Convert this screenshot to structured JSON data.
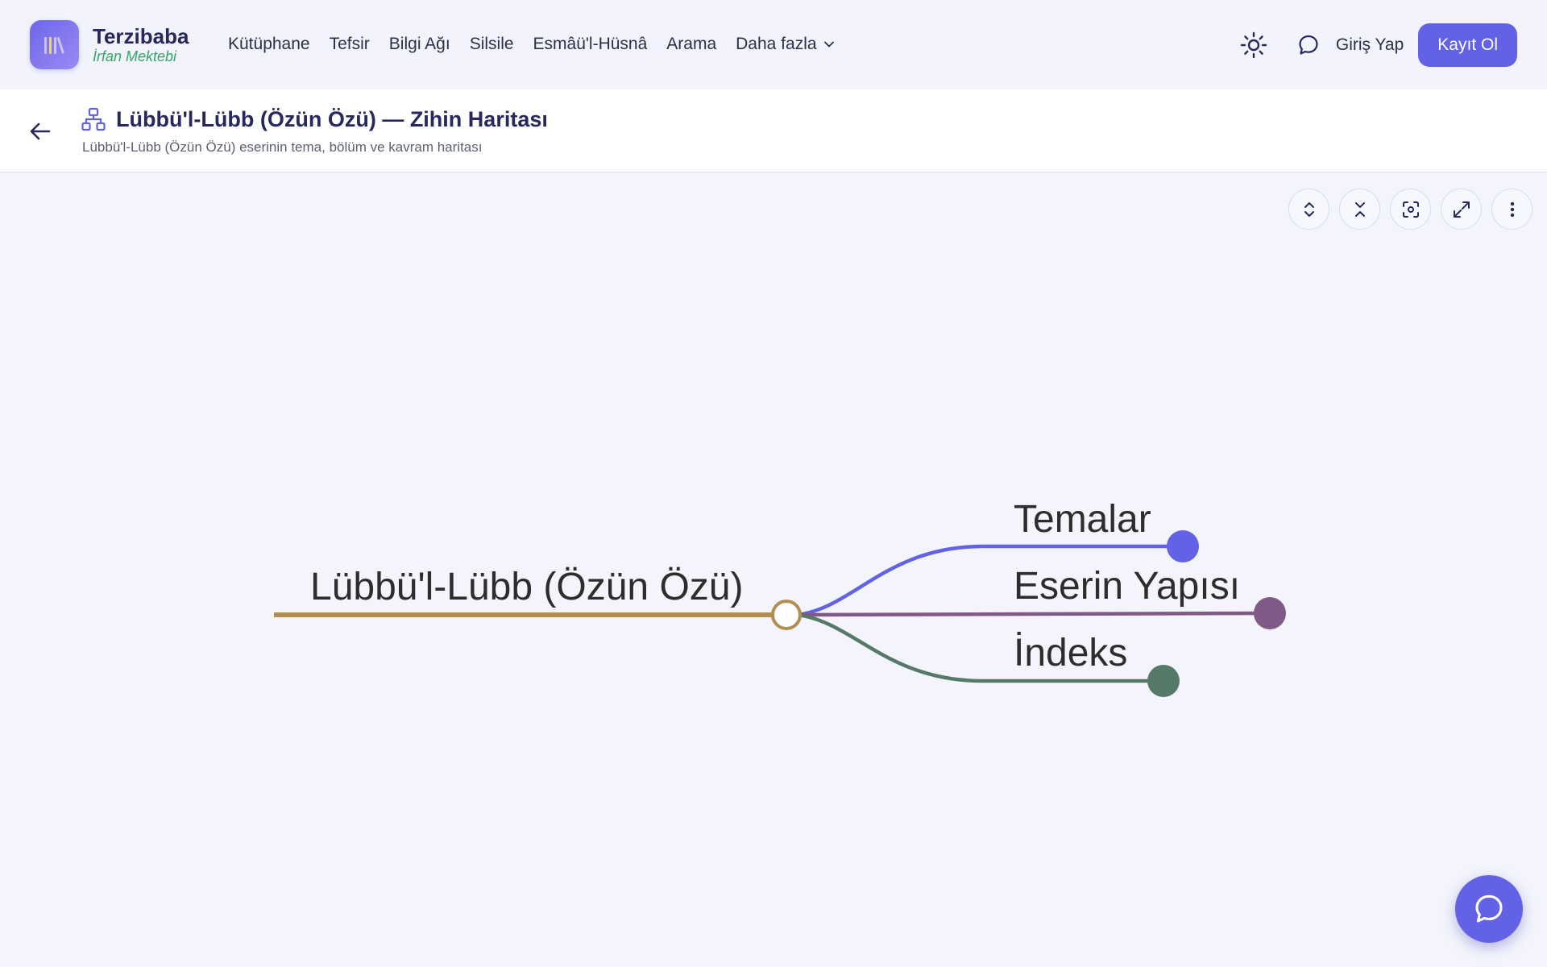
{
  "brand": {
    "name": "Terzibaba",
    "subtitle": "İrfan Mektebi"
  },
  "nav": {
    "items": [
      {
        "label": "Kütüphane"
      },
      {
        "label": "Tefsir"
      },
      {
        "label": "Bilgi Ağı"
      },
      {
        "label": "Silsile"
      },
      {
        "label": "Esmâü'l-Hüsnâ"
      },
      {
        "label": "Arama"
      },
      {
        "label": "Daha fazla"
      }
    ],
    "login_label": "Giriş Yap",
    "signup_label": "Kayıt Ol"
  },
  "header": {
    "title": "Lübbü'l-Lübb (Özün Özü) — Zihin Haritası",
    "subtitle": "Lübbü'l-Lübb (Özün Özü) eserinin tema, bölüm ve kavram haritası"
  },
  "toolbar": {
    "icons": [
      "expand-all-icon",
      "collapse-all-icon",
      "focus-center-icon",
      "fullscreen-icon",
      "more-vertical-icon"
    ]
  },
  "mindmap": {
    "root": {
      "label": "Lübbü'l-Lübb (Özün Özü)",
      "color": "#b08f50"
    },
    "children": [
      {
        "label": "Temalar",
        "color": "#6362e7"
      },
      {
        "label": "Eserin Yapısı",
        "color": "#7f5a86"
      },
      {
        "label": "İndeks",
        "color": "#567a67"
      }
    ]
  },
  "colors": {
    "accent": "#6362e7",
    "title": "#26285e",
    "brand_sub": "#2fa863"
  }
}
